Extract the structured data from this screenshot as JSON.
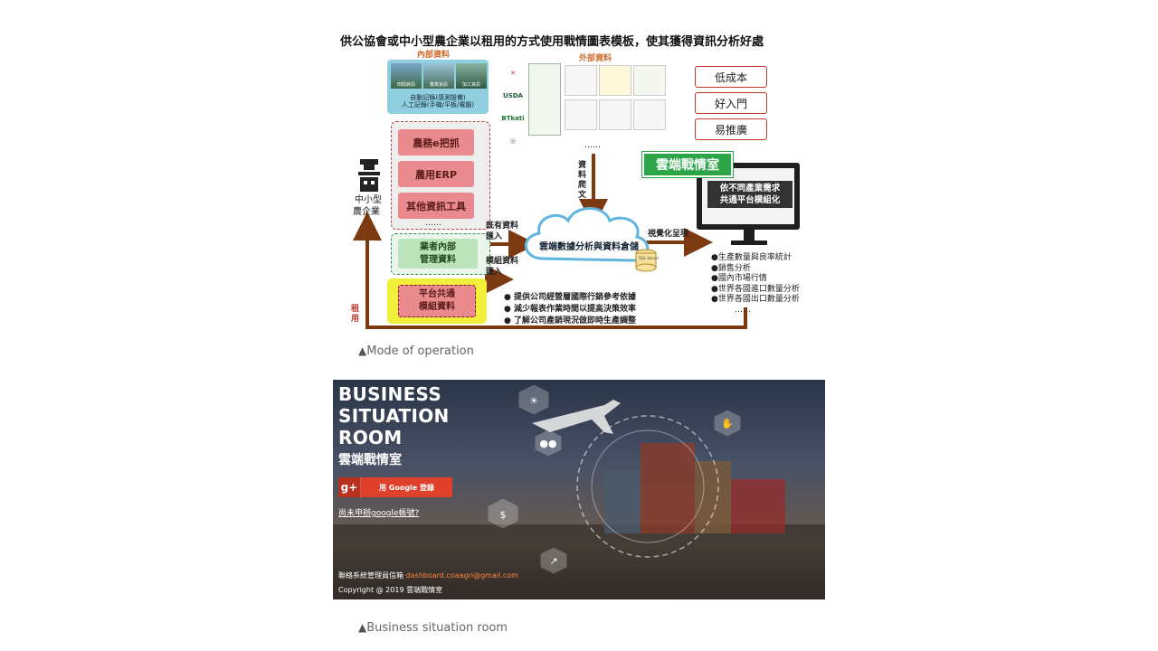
{
  "slide": {
    "title": "供公協會或中小型農企業以租用的方式使用戰情圖表模板，使其獲得資訊分析好處",
    "internal_label": "內部資料",
    "external_label": "外部資料",
    "photo_labels": [
      "田間資訊",
      "畜禽資訊",
      "加工資訊"
    ],
    "internal_caption_1": "自動記錄(感測設備)",
    "internal_caption_2": "人工記錄(手機/平板/電腦)",
    "ext_logos": [
      "USDA",
      "BTkati"
    ],
    "benefits": [
      "低成本",
      "好入門",
      "易推廣"
    ],
    "enterprise_label_1": "中小型",
    "enterprise_label_2": "農企業",
    "internal_tools": [
      "農務e把抓",
      "農用ERP",
      "其他資訊工具"
    ],
    "ellipsis": "……",
    "internal_mgmt_1": "業者內部",
    "internal_mgmt_2": "管理資料",
    "platform_1": "平台共通",
    "platform_2": "模組資料",
    "crawl_label": [
      "資",
      "料",
      "爬",
      "文"
    ],
    "existing_import_1": "既有資料",
    "existing_import_2": "匯入",
    "module_import_1": "模組資料",
    "module_import_2": "匯入",
    "cloud_label": "雲端數據分析與資料倉儲",
    "sql_label": "SQL Server",
    "visual_label": "視覺化呈現",
    "war_room_tag": "雲端戰情室",
    "monitor_1": "依不同產業需求",
    "monitor_2": "共通平台模組化",
    "results": [
      "●生產數量與良率統計",
      "●銷售分析",
      "●國內市場行情",
      "●世界各國進口數量分析",
      "●世界各國出口數量分析"
    ],
    "results_more": "……",
    "notes": [
      "●  提供公司經營層國際行銷參考依據",
      "●  減少報表作業時間以提高決策效率",
      "●  了解公司產銷現況做即時生產調整"
    ],
    "rent_label": [
      "租",
      "用"
    ],
    "caption_1": "Mode of operation",
    "caption_2": "Business situation room"
  },
  "banner": {
    "title_lines": [
      "BUSINESS",
      "SITUATION",
      "ROOM"
    ],
    "subtitle": "雲端戰情室",
    "google_icon": "g+",
    "google_button": "用 Google 登錄",
    "no_account_link": "尚未申辦google帳號?",
    "contact_prefix": "聯絡系統管理員信箱 ",
    "contact_email": "dashboard.coaagri@gmail.com",
    "copyright": "Copyright @ 2019 雲端戰情室"
  },
  "colors": {
    "arrow": "#7b3a12",
    "accent_red": "#c0392b",
    "green_tag": "#2ca548",
    "cloud": "#5fb4e0"
  },
  "icons": [
    "triangle-caption-icon",
    "warning-person-icon",
    "cloud-icon",
    "database-icon",
    "monitor-icon",
    "weather-hex-icon",
    "users-hex-icon",
    "dollar-hex-icon",
    "chart-hex-icon",
    "handshake-hex-icon",
    "airplane-icon"
  ]
}
